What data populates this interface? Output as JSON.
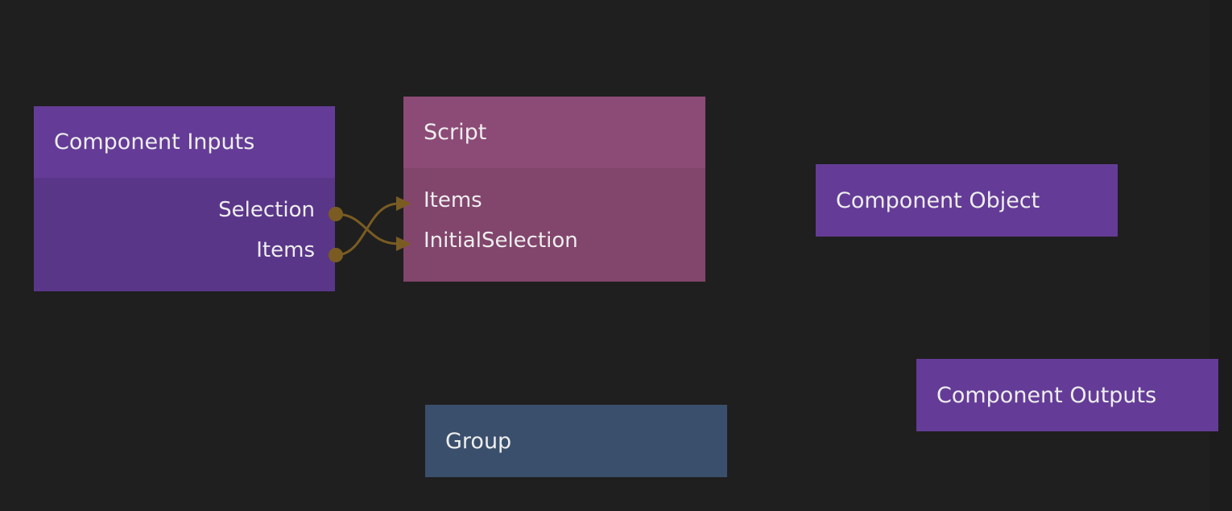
{
  "colors": {
    "background": "#1f1f1f",
    "component_node": "#643c97",
    "component_node_body": "#5a3689",
    "script_header": "#8c4a76",
    "script_body": "#82456c",
    "group_node": "#3a4f6c",
    "wire": "#7a5c22"
  },
  "nodes": {
    "component_inputs": {
      "title": "Component Inputs",
      "outputs": [
        "Selection",
        "Items"
      ]
    },
    "script": {
      "title": "Script",
      "inputs": [
        "Items",
        "InitialSelection"
      ]
    },
    "component_object": {
      "title": "Component Object"
    },
    "component_outputs": {
      "title": "Component Outputs"
    },
    "group": {
      "title": "Group"
    }
  },
  "connections": [
    {
      "from": "Selection",
      "to": "InitialSelection"
    },
    {
      "from": "Items",
      "to": "Items"
    }
  ]
}
